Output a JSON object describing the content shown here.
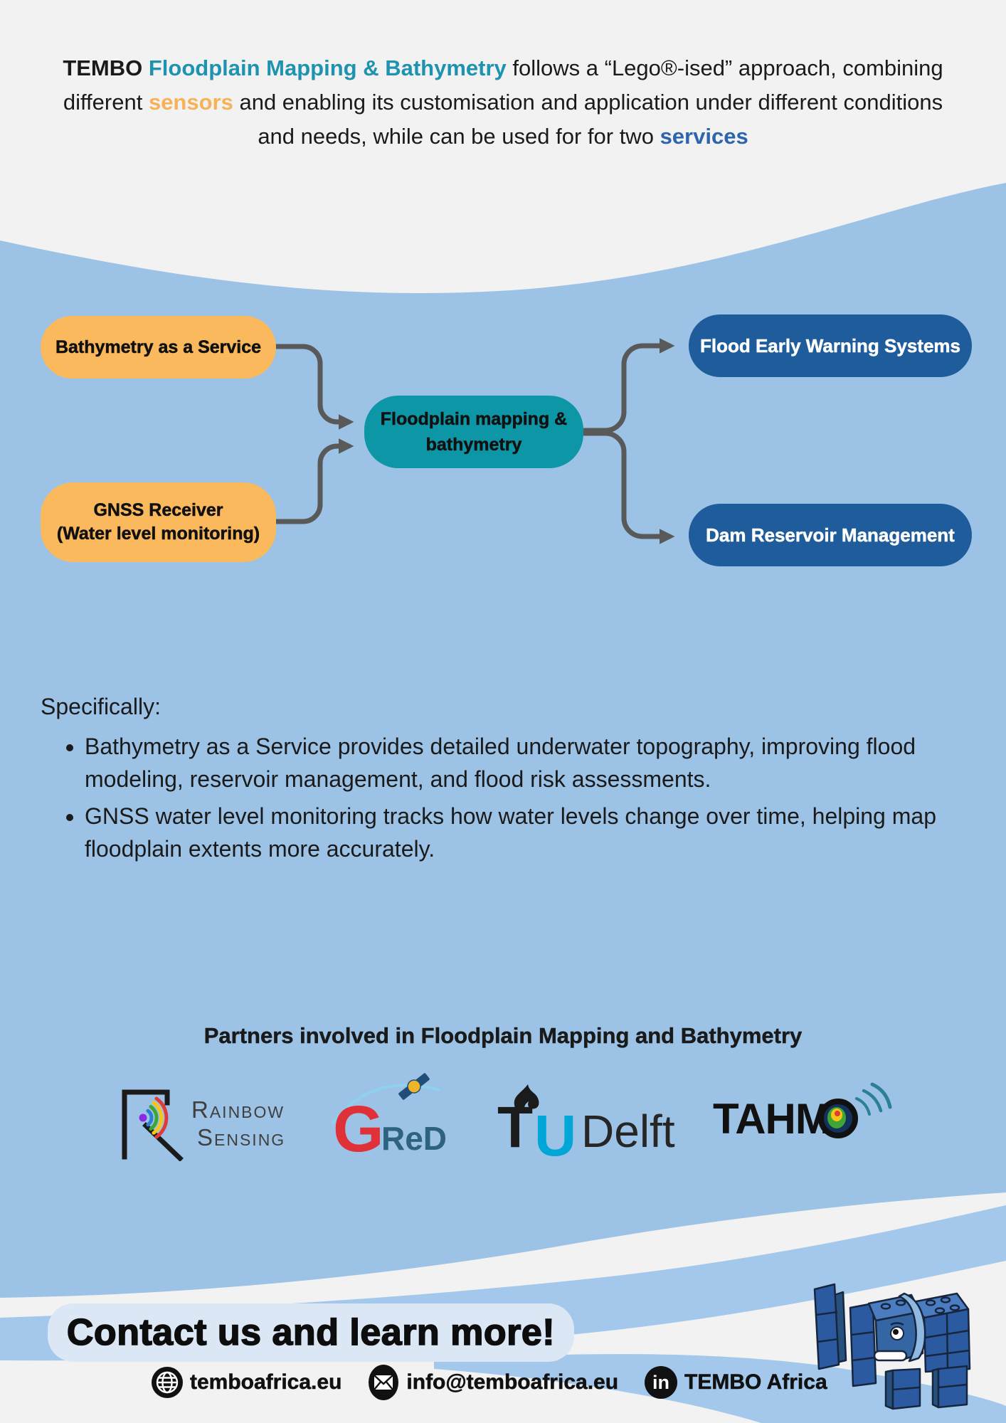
{
  "intro": {
    "line1": {
      "tembo": "TEMBO ",
      "title": "Floodplain Mapping & Bathymetry",
      "rest": " follows a “Lego®-ised” approach, combining"
    },
    "line2": {
      "pre": "different ",
      "sensors": "sensors",
      "rest": " and enabling its customisation and application under different conditions"
    },
    "line3": {
      "pre": "and needs, while can be used for for two ",
      "services": "services"
    }
  },
  "diagram": {
    "bathymetry_box": "Bathymetry as a Service",
    "gnss_box_line1": "GNSS Receiver",
    "gnss_box_line2": "(Water level monitoring)",
    "center_box_line1": "Floodplain mapping &",
    "center_box_line2": "bathymetry",
    "flood_box": "Flood Early Warning Systems",
    "dam_box": "Dam Reservoir Management"
  },
  "specifics": {
    "heading": "Specifically:",
    "bullets": [
      "Bathymetry as a Service provides detailed underwater topography, improving flood modeling, reservoir management, and flood risk assessments.",
      "GNSS water level monitoring tracks how water levels change over time, helping map floodplain extents more accurately."
    ]
  },
  "partners": {
    "heading": "Partners involved in Floodplain Mapping and Bathymetry",
    "rainbow": {
      "name": "Rainbow Sensing",
      "word1": "Rainbow",
      "word2": "Sensing"
    },
    "gred": {
      "name": "GReD",
      "g": "G",
      "red": "ReD"
    },
    "tudelft": {
      "name": "TU Delft",
      "t": "T",
      "u": "U",
      "rest": "Delft"
    },
    "tahmo": {
      "name": "TAHMO",
      "letters": "TAHM"
    }
  },
  "contact": {
    "headline": "Contact us and learn more!",
    "website": "temboafrica.eu",
    "email": "info@temboafrica.eu",
    "linkedin": "TEMBO Africa"
  },
  "colors": {
    "page_bg": "#F2F2F2",
    "band_blue": "#9CC3E5",
    "stripe_blue": "#A3C8EC",
    "accent_teal": "#1E93B0",
    "accent_orange": "#F7B259",
    "accent_blue": "#2E64AE",
    "node_orange": "#FAB95C",
    "node_teal": "#0D96A6",
    "node_blue": "#1E5C9B",
    "connector_gray": "#595959",
    "pill_bg": "#DCE7F5"
  }
}
